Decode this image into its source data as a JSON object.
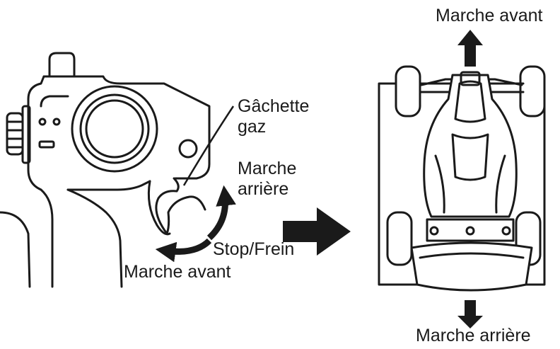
{
  "labels": {
    "trigger_line1": "Gâchette",
    "trigger_line2": "gaz",
    "reverse_line1": "Marche",
    "reverse_line2": "arrière",
    "stop_brake": "Stop/Frein",
    "forward_left": "Marche avant",
    "forward_top": "Marche avant",
    "reverse_bottom": "Marche arrière"
  },
  "colors": {
    "ink": "#1a1a1a",
    "background": "#ffffff"
  },
  "icons": [
    "transmitter-illustration",
    "rc-car-illustration",
    "arrow-right-icon",
    "arrow-up-icon",
    "arrow-down-icon",
    "curved-arrow-icon"
  ]
}
